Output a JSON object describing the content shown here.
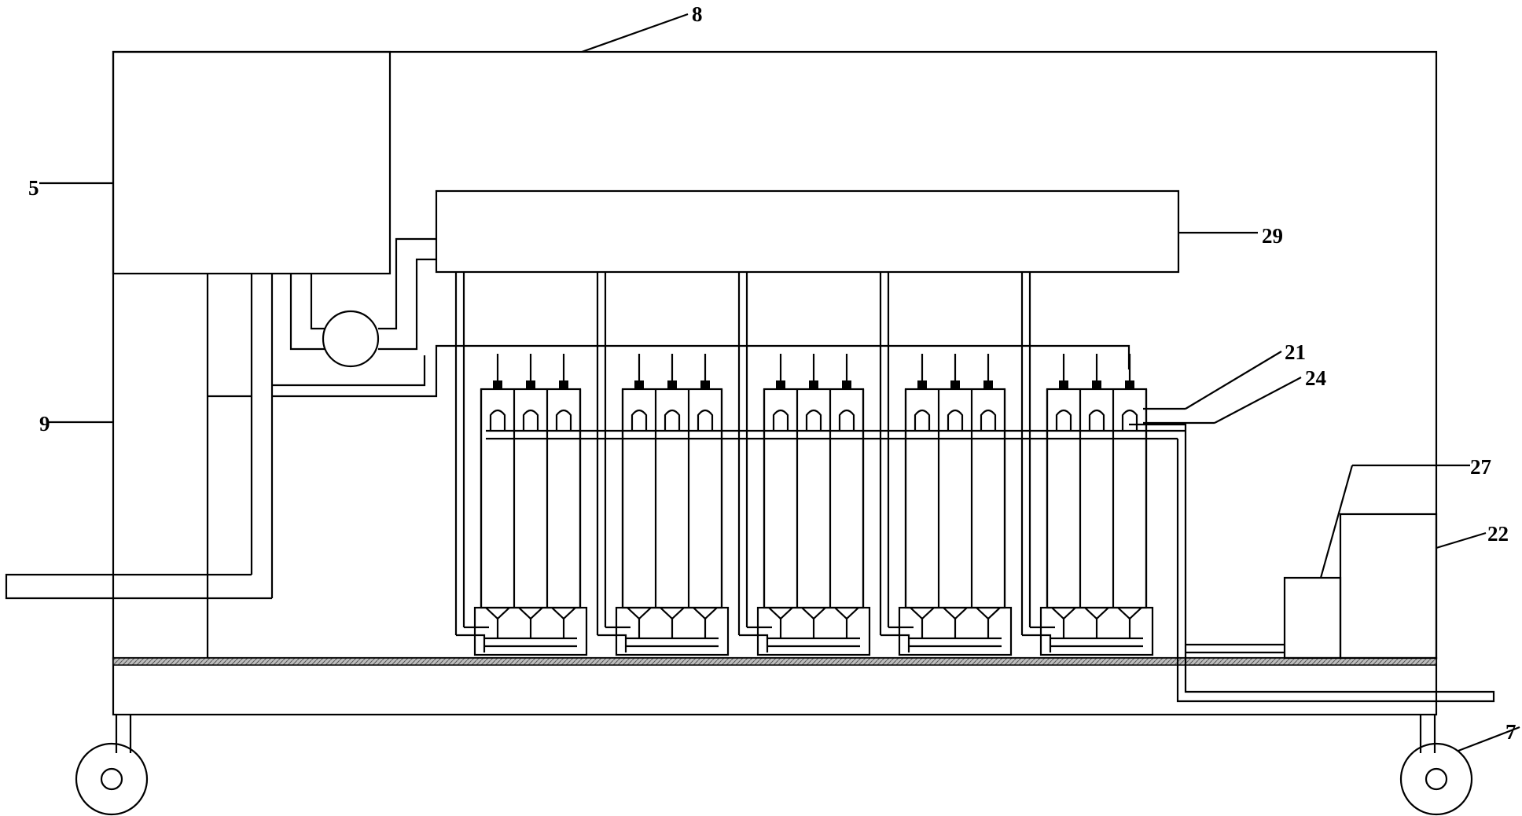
{
  "diagram": {
    "labels": {
      "frame": "8",
      "tank": "5",
      "pipe_left": "9",
      "header_tank": "29",
      "cartridge": "21",
      "distributor": "24",
      "controller": "27",
      "cabinet": "22",
      "wheel": "7"
    },
    "filter_groups": 5,
    "cartridges_per_group": 3,
    "colors": {
      "line": "#000000",
      "background": "#ffffff"
    }
  }
}
